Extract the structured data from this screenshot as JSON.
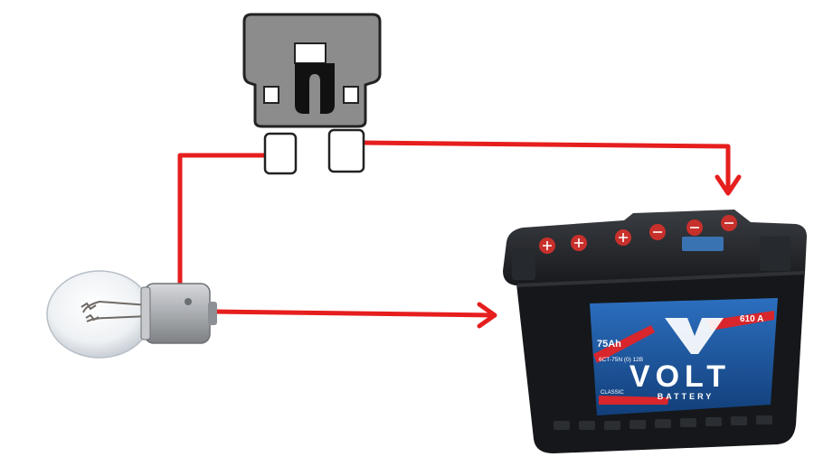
{
  "colors": {
    "wire": "#e61e1e",
    "fuse_body": "#8c8c8c",
    "battery_case": "#15171a",
    "label_blue": "#1f5fa8",
    "label_red": "#d8262c",
    "bulb_glass": "#eef1f4",
    "bulb_base": "#a9acb0"
  },
  "components": {
    "fuse": {
      "icon": "blade-fuse-icon"
    },
    "bulb": {
      "icon": "light-bulb-icon"
    },
    "battery": {
      "icon": "car-battery-icon",
      "brand": "VOLT",
      "subtitle": "BATTERY",
      "capacity": "75Ah",
      "cca": "610 A",
      "model": "6CT-75N (0) 12B",
      "series": "CLASSIC"
    }
  }
}
